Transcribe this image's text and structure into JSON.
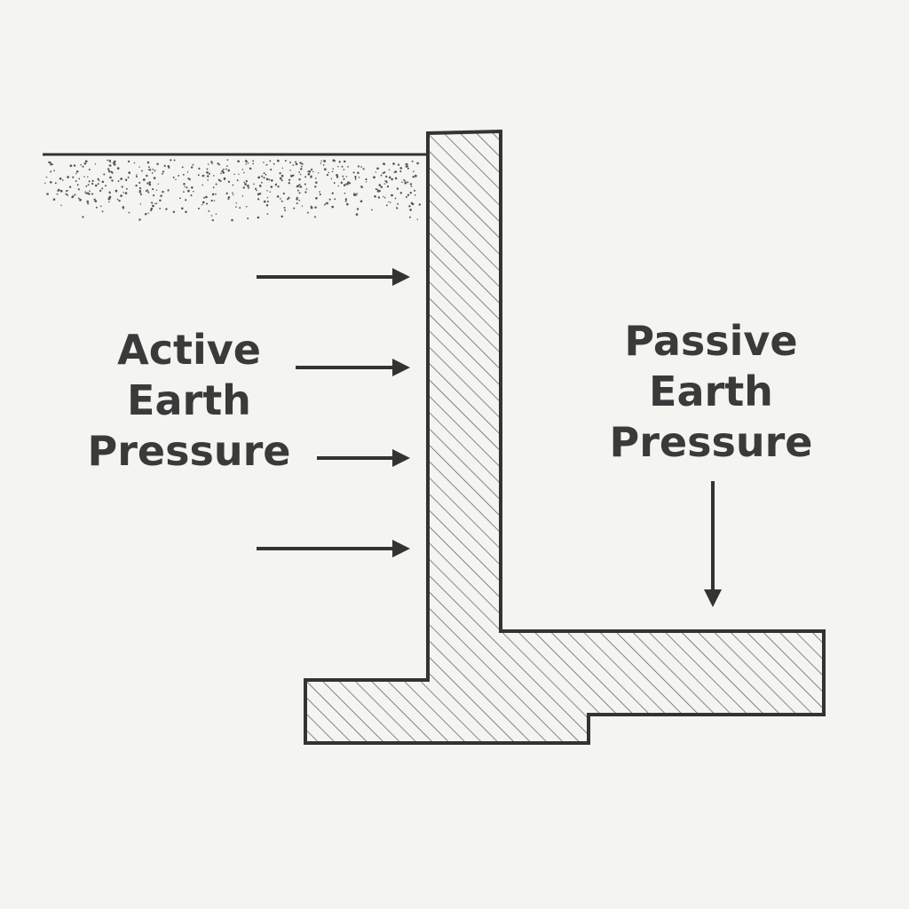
{
  "labels": {
    "active": [
      "Active",
      "Earth",
      "Pressure"
    ],
    "passive": [
      "Passive",
      "Earth",
      "Pressure"
    ]
  },
  "colors": {
    "background": "#f4f4f0",
    "ink": "#333333",
    "hatch": "#555555",
    "wall_fill": "#f2f2ee"
  }
}
